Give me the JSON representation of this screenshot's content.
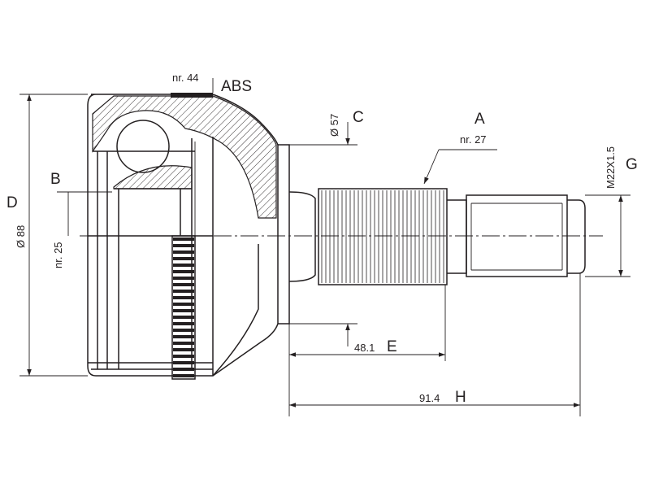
{
  "labels": {
    "abs_nr": "nr. 44",
    "abs": "ABS",
    "a": "A",
    "a_nr": "nr. 27",
    "b": "B",
    "b_nr": "nr. 25",
    "c": "C",
    "c_dim": "Ø 57",
    "d": "D",
    "d_dim": "Ø 88",
    "e": "E",
    "e_dim": "48.1",
    "g": "G",
    "g_dim": "M22X1.5",
    "h": "H",
    "h_dim": "91.4"
  }
}
